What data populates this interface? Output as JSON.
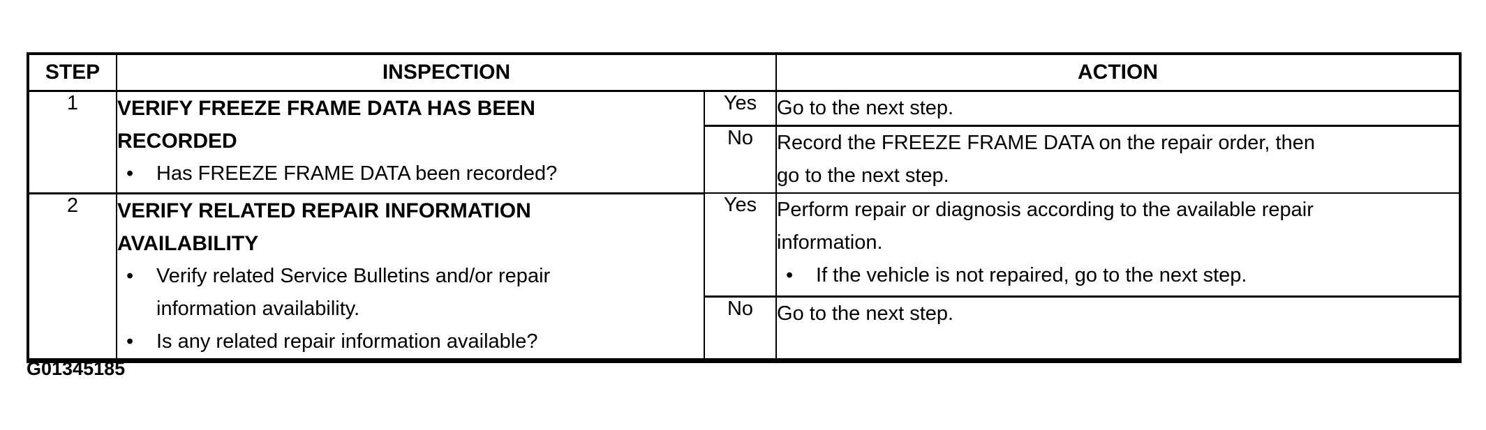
{
  "glyphs": {
    "bullet": "•"
  },
  "colors": {
    "ink": "#000000",
    "paper": "#ffffff"
  },
  "table": {
    "columns": {
      "step": "STEP",
      "inspection": "INSPECTION",
      "action": "ACTION"
    },
    "rows": [
      {
        "step": "1",
        "inspection": {
          "title": "VERIFY FREEZE FRAME DATA HAS BEEN RECORDED",
          "bullets": [
            "Has FREEZE FRAME DATA been recorded?"
          ]
        },
        "branches": [
          {
            "answer": "Yes",
            "action": {
              "text": "Go to the next step.",
              "bullets": []
            }
          },
          {
            "answer": "No",
            "action": {
              "text": "Record the FREEZE FRAME DATA on the repair order, then go to the next step.",
              "bullets": []
            }
          }
        ]
      },
      {
        "step": "2",
        "inspection": {
          "title": "VERIFY RELATED REPAIR INFORMATION AVAILABILITY",
          "bullets": [
            "Verify related Service Bulletins and/or repair information availability.",
            "Is any related repair information available?"
          ]
        },
        "branches": [
          {
            "answer": "Yes",
            "action": {
              "text": "Perform repair or diagnosis according to the available repair information.",
              "bullets": [
                "If the vehicle is not repaired, go to the next step."
              ]
            }
          },
          {
            "answer": "No",
            "action": {
              "text": "Go to the next step.",
              "bullets": []
            }
          }
        ]
      }
    ]
  },
  "footer": {
    "figure_code": "G01345185"
  }
}
